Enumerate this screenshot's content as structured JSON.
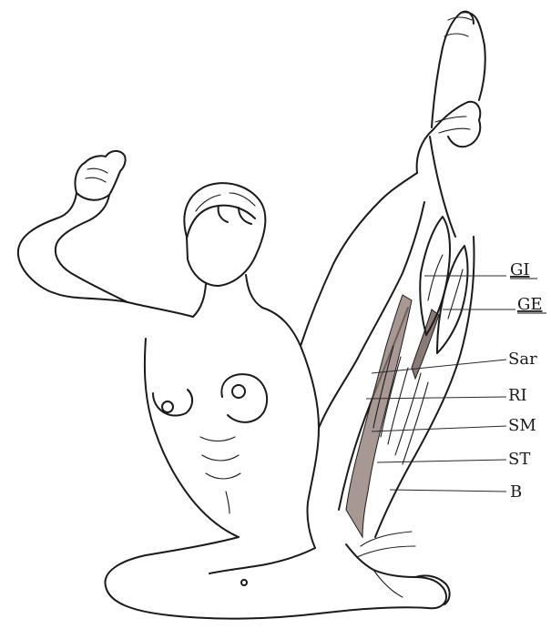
{
  "labels": {
    "gi": "GI",
    "ge": "GE",
    "sar": "Sar",
    "ri": "RI",
    "sm": "SM",
    "st": "ST",
    "b": "B"
  },
  "colors": {
    "ink": "#1a1a1a",
    "muscle_shade": "#8a7670",
    "paper": "#ffffff"
  }
}
